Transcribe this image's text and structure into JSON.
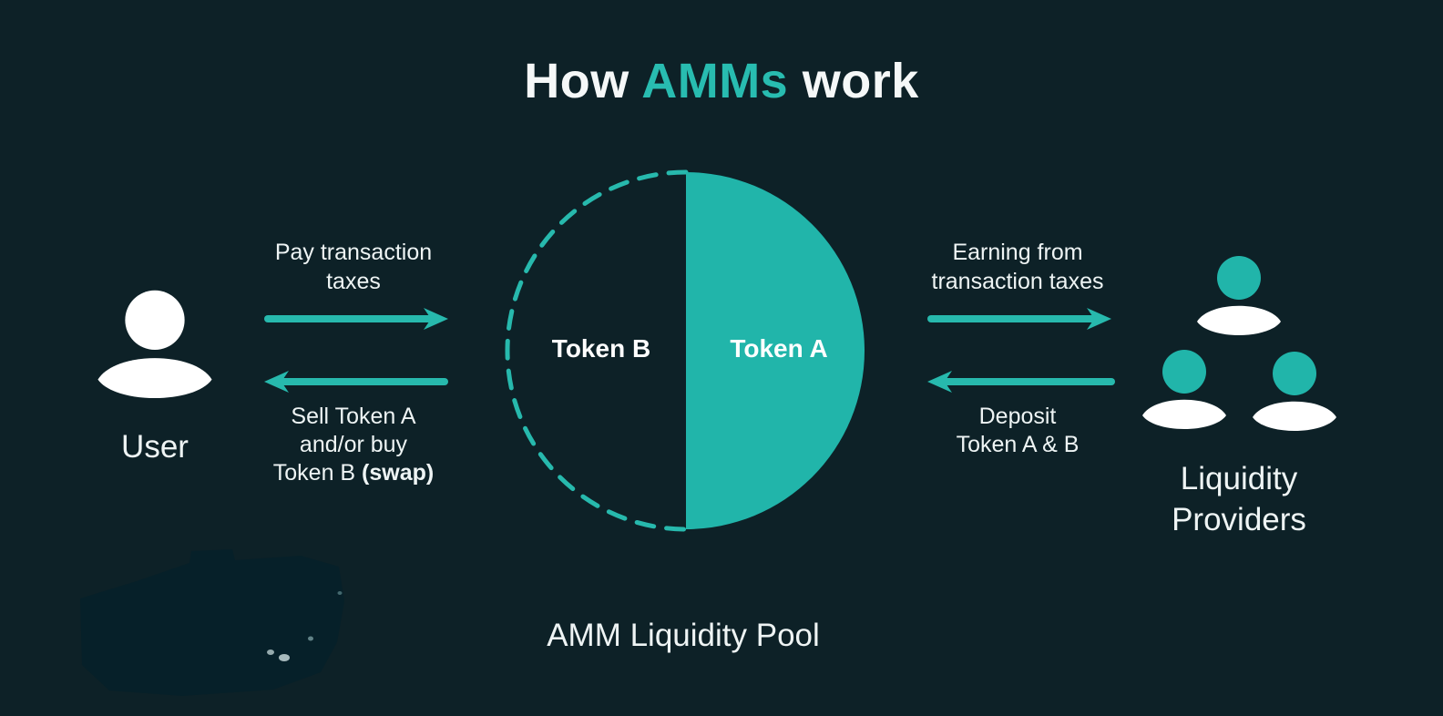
{
  "title": {
    "prefix": "How ",
    "highlight": "AMMs",
    "suffix": " work"
  },
  "colors": {
    "background": "#0d2127",
    "accent_teal": "#27b9ad",
    "pool_fill": "#21b5aa",
    "text_white": "#f2f6f6",
    "blob_dark": "#062029"
  },
  "left_actor": {
    "label": "User"
  },
  "left_flows": {
    "to_pool": {
      "line1": "Pay transaction",
      "line2": "taxes"
    },
    "from_pool": {
      "line1": "Sell Token A",
      "line2": "and/or buy",
      "line3_prefix": "Token B ",
      "line3_bold": "(swap)"
    }
  },
  "pool": {
    "left_half_label": "Token B",
    "right_half_label": "Token A",
    "caption": "AMM Liquidity Pool"
  },
  "right_flows": {
    "to_providers": {
      "line1": "Earning from",
      "line2": "transaction taxes"
    },
    "from_providers": {
      "line1": "Deposit",
      "line2": "Token A & B"
    }
  },
  "right_actor": {
    "label_line1": "Liquidity",
    "label_line2": "Providers"
  },
  "icons": {
    "user": "user-icon",
    "liquidity_provider": "liquidity-provider-icon"
  }
}
